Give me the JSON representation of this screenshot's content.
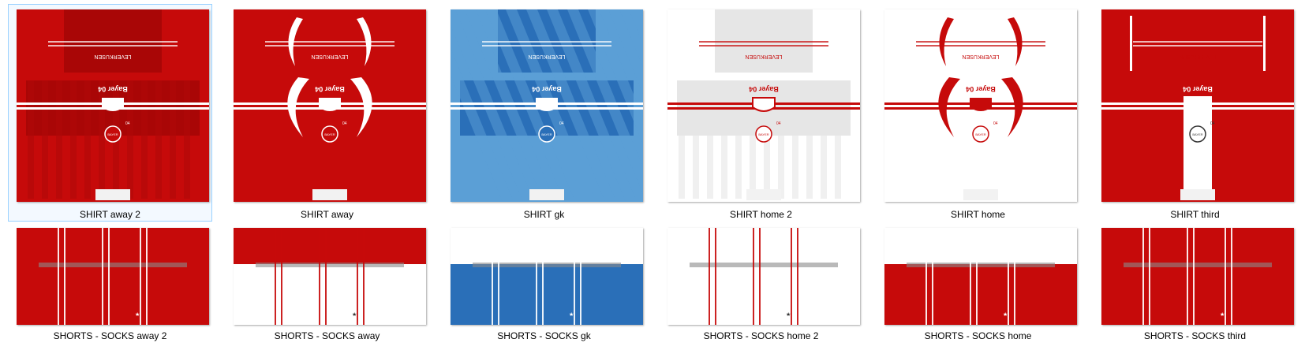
{
  "files": [
    {
      "name": "SHIRT away 2",
      "kind": "shirt",
      "variant": "away2",
      "selected": true
    },
    {
      "name": "SHIRT away",
      "kind": "shirt",
      "variant": "away",
      "selected": false
    },
    {
      "name": "SHIRT gk",
      "kind": "shirt",
      "variant": "gk",
      "selected": false
    },
    {
      "name": "SHIRT home 2",
      "kind": "shirt",
      "variant": "home2",
      "selected": false
    },
    {
      "name": "SHIRT home",
      "kind": "shirt",
      "variant": "home",
      "selected": false
    },
    {
      "name": "SHIRT third",
      "kind": "shirt",
      "variant": "third",
      "selected": false
    },
    {
      "name": "SHORTS - SOCKS away 2",
      "kind": "shorts",
      "variant": "away2",
      "selected": false
    },
    {
      "name": "SHORTS - SOCKS away",
      "kind": "shorts",
      "variant": "away",
      "selected": false
    },
    {
      "name": "SHORTS - SOCKS gk",
      "kind": "shorts",
      "variant": "gk",
      "selected": false
    },
    {
      "name": "SHORTS - SOCKS home 2",
      "kind": "shorts",
      "variant": "home2",
      "selected": false
    },
    {
      "name": "SHORTS - SOCKS home",
      "kind": "shorts",
      "variant": "home",
      "selected": false
    },
    {
      "name": "SHORTS - SOCKS third",
      "kind": "shorts",
      "variant": "third",
      "selected": false
    }
  ],
  "kit_text": {
    "sponsor": "LEVERKUSEN",
    "club": "Bayer 04",
    "badge": "BAYER",
    "number": "04"
  },
  "colors": {
    "red": "#c60a0a",
    "dark_red": "#a90606",
    "white": "#ffffff",
    "light_grey": "#e6e6e6",
    "gk_light_blue": "#5b9fd6",
    "gk_blue": "#2a6fb8",
    "selection_border": "#99d1ff",
    "selection_fill": "#f3f9ff"
  }
}
